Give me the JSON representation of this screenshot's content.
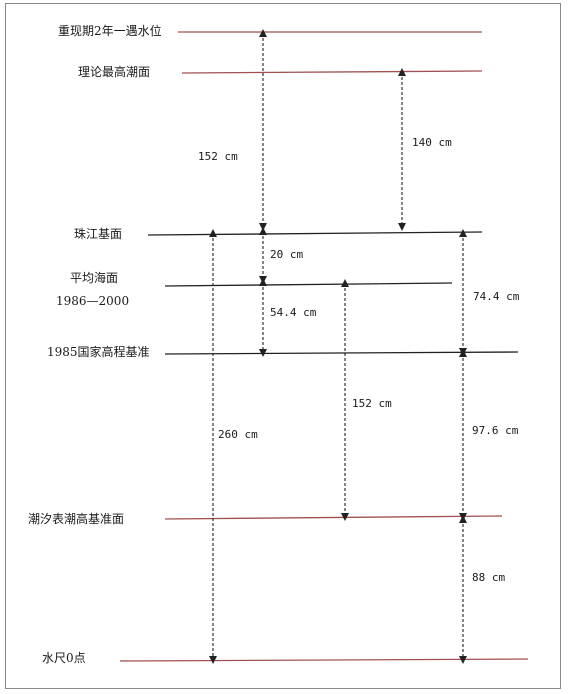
{
  "levels": {
    "two_year_water_level": "重现期2年一遇水位",
    "theoretical_highest_tide": "理论最高潮面",
    "pearl_river_datum": "珠江基面",
    "mean_sea_level": "平均海面",
    "mean_sea_level_period": "1986—2000",
    "national_1985_datum": "1985国家高程基准",
    "tide_table_datum": "潮汐表潮高基准面",
    "gauge_zero": "水尺0点"
  },
  "distances": {
    "d_152_top": "152 cm",
    "d_140": "140 cm",
    "d_20": "20 cm",
    "d_54_4": "54.4 cm",
    "d_74_4": "74.4 cm",
    "d_152_mid": "152 cm",
    "d_260": "260 cm",
    "d_97_6": "97.6 cm",
    "d_88": "88 cm"
  },
  "colors": {
    "level_line": "#a05050",
    "arrow": "#222222",
    "frame": "#8a8a8a"
  }
}
